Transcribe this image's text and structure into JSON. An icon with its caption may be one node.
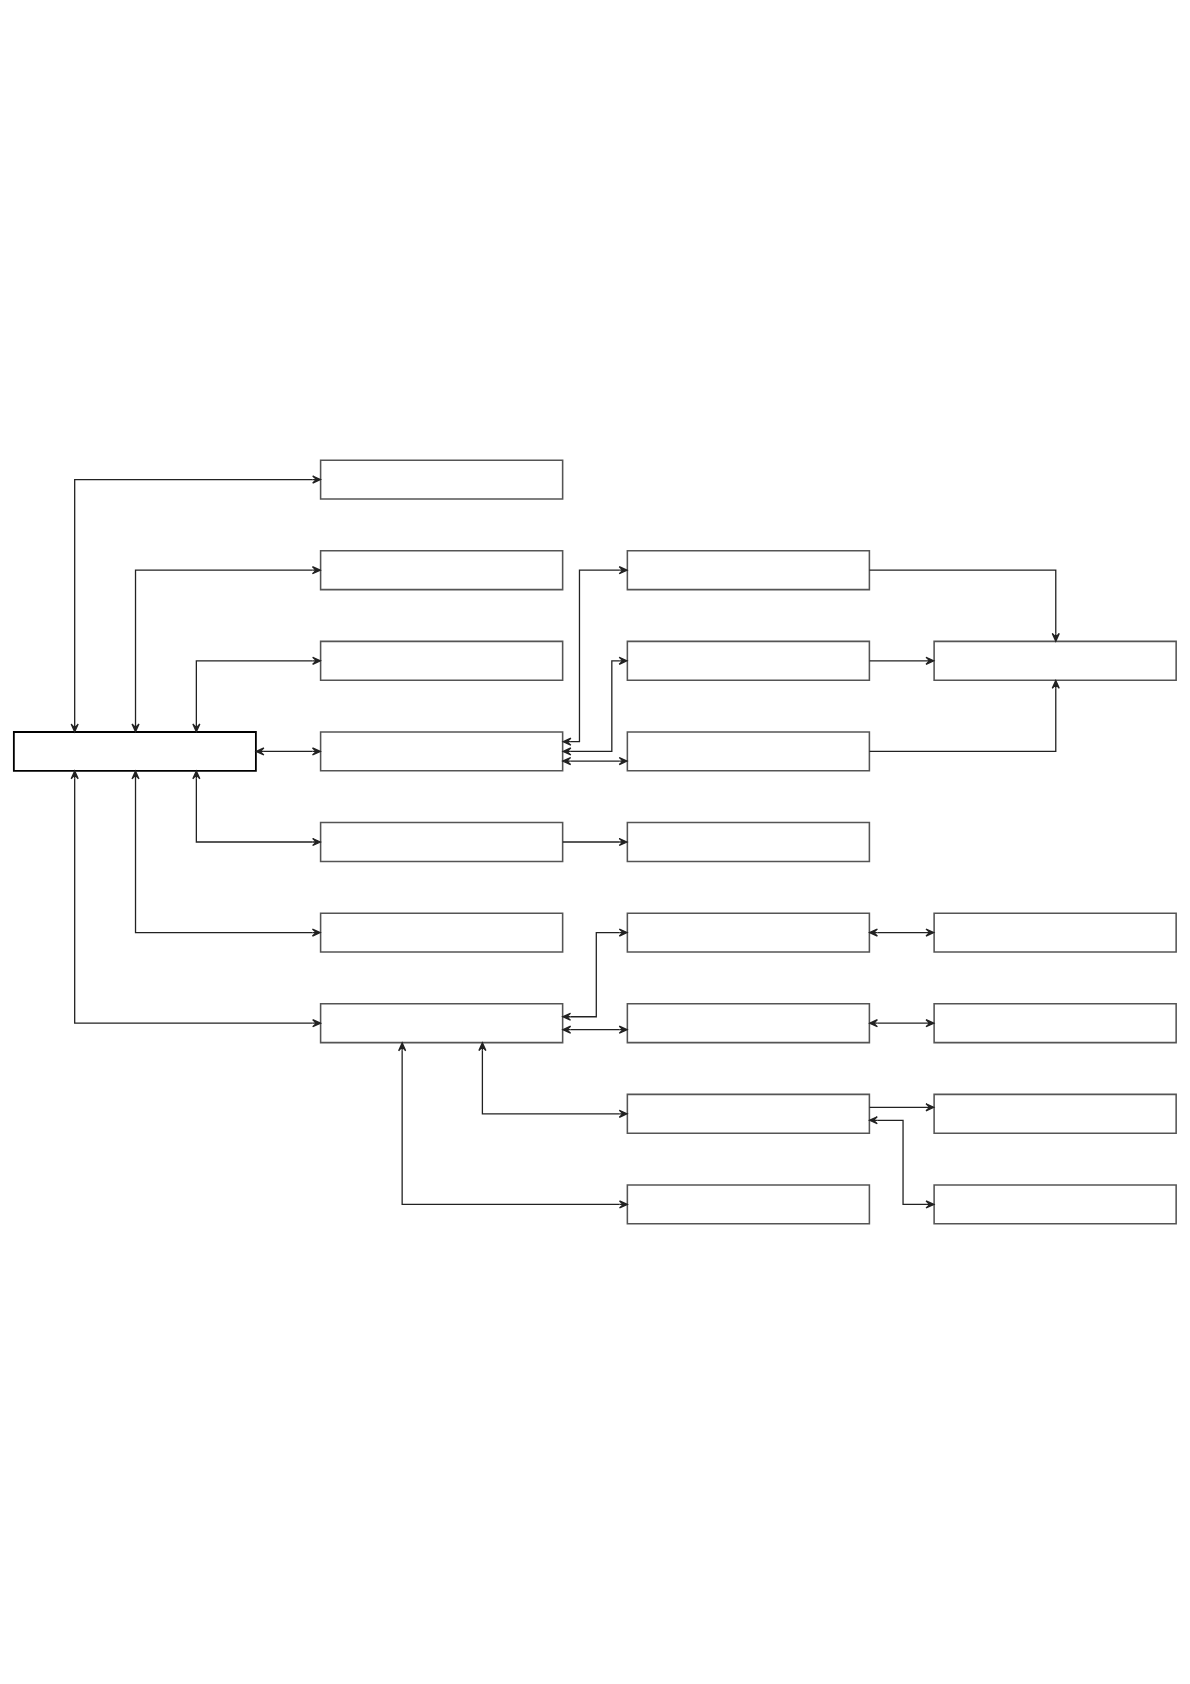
{
  "diagram": {
    "nodes": [
      {
        "text": [],
        "shape": "box"
      },
      {
        "text": [],
        "shape": "box"
      },
      {
        "text": [],
        "shape": "box"
      },
      {
        "text": [],
        "shape": "box"
      },
      {
        "text": [],
        "shape": "box"
      },
      {
        "text": [],
        "shape": "box"
      },
      {
        "text": [],
        "shape": "box"
      },
      {
        "text": [],
        "shape": "box"
      },
      {
        "text": [],
        "shape": "box"
      },
      {
        "text": [],
        "shape": "box"
      },
      {
        "text": [],
        "shape": "box"
      },
      {
        "text": [],
        "shape": "box"
      },
      {
        "text": [],
        "shape": "box"
      },
      {
        "text": [],
        "shape": "box"
      },
      {
        "text": [],
        "shape": "box"
      },
      {
        "text": [],
        "shape": "box"
      },
      {
        "text": [],
        "shape": "box"
      },
      {
        "text": [],
        "shape": "box"
      },
      {
        "text": [],
        "shape": "box"
      },
      {
        "text": [],
        "shape": "box"
      },
      {
        "text": [],
        "shape": "box"
      }
    ],
    "edges": [
      {
        "from": 0,
        "to": 1,
        "arrow": "both"
      },
      {
        "from": 0,
        "to": 2,
        "arrow": "both"
      },
      {
        "from": 0,
        "to": 3,
        "arrow": "both"
      },
      {
        "from": 0,
        "to": 4,
        "arrow": "both"
      },
      {
        "from": 4,
        "to": 5,
        "arrow": "both"
      },
      {
        "from": 4,
        "to": 6,
        "arrow": "both"
      },
      {
        "from": 4,
        "to": 7,
        "arrow": "both"
      },
      {
        "from": 5,
        "to": 8,
        "arrow": "to"
      },
      {
        "from": 6,
        "to": 8,
        "arrow": "to"
      },
      {
        "from": 7,
        "to": 8,
        "arrow": "to"
      },
      {
        "from": 0,
        "to": 9,
        "arrow": "both"
      },
      {
        "from": 9,
        "to": 10,
        "arrow": "to"
      },
      {
        "from": 0,
        "to": 11,
        "arrow": "both"
      },
      {
        "from": 0,
        "to": 12,
        "arrow": "both"
      },
      {
        "from": 12,
        "to": 13,
        "arrow": "both"
      },
      {
        "from": 13,
        "to": 14,
        "arrow": "both"
      },
      {
        "from": 12,
        "to": 15,
        "arrow": "both"
      },
      {
        "from": 15,
        "to": 16,
        "arrow": "both"
      },
      {
        "from": 12,
        "to": 17,
        "arrow": "both"
      },
      {
        "from": 17,
        "to": 18,
        "arrow": "to"
      },
      {
        "from": 17,
        "to": 20,
        "arrow": "both"
      },
      {
        "from": 12,
        "to": 19,
        "arrow": "both"
      }
    ]
  }
}
